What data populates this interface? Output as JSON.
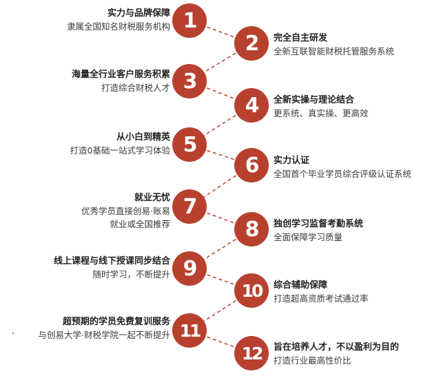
{
  "accent_color": "#b8402f",
  "items": [
    {
      "number": "1",
      "title": "实力与品牌保障",
      "lines": [
        "隶属全国知名财税服务机构"
      ]
    },
    {
      "number": "2",
      "title": "完全自主研发",
      "lines": [
        "全新互联智能财税托管服务系统"
      ]
    },
    {
      "number": "3",
      "title": "海量全行业客户服务积累",
      "lines": [
        "打造综合财税人才"
      ]
    },
    {
      "number": "4",
      "title": "全新实操与理论结合",
      "lines": [
        "更系统、真实操、更高效"
      ]
    },
    {
      "number": "5",
      "title": "从小白到精英",
      "lines": [
        "打造0基础一站式学习体验"
      ]
    },
    {
      "number": "6",
      "title": "实力认证",
      "lines": [
        "全国首个毕业学员综合评级认证系统"
      ]
    },
    {
      "number": "7",
      "title": "就业无忧",
      "lines": [
        "优秀学员直接创易·账易",
        "就业或全国推荐"
      ]
    },
    {
      "number": "8",
      "title": "独创学习监督考勤系统",
      "lines": [
        "全面保障学习质量"
      ]
    },
    {
      "number": "9",
      "title": "线上课程与线下授课同步结合",
      "lines": [
        "随时学习，不断提升"
      ]
    },
    {
      "number": "10",
      "title": "综合辅助保障",
      "lines": [
        "打造超高资质考试通过率"
      ]
    },
    {
      "number": "11",
      "title": "超预期的学员免费复训服务",
      "lines": [
        "与创易大学·财税学院一起不断提升"
      ]
    },
    {
      "number": "12",
      "title": "旨在培养人才，不以盈利为目的",
      "lines": [
        "打造行业最高性价比"
      ]
    }
  ]
}
